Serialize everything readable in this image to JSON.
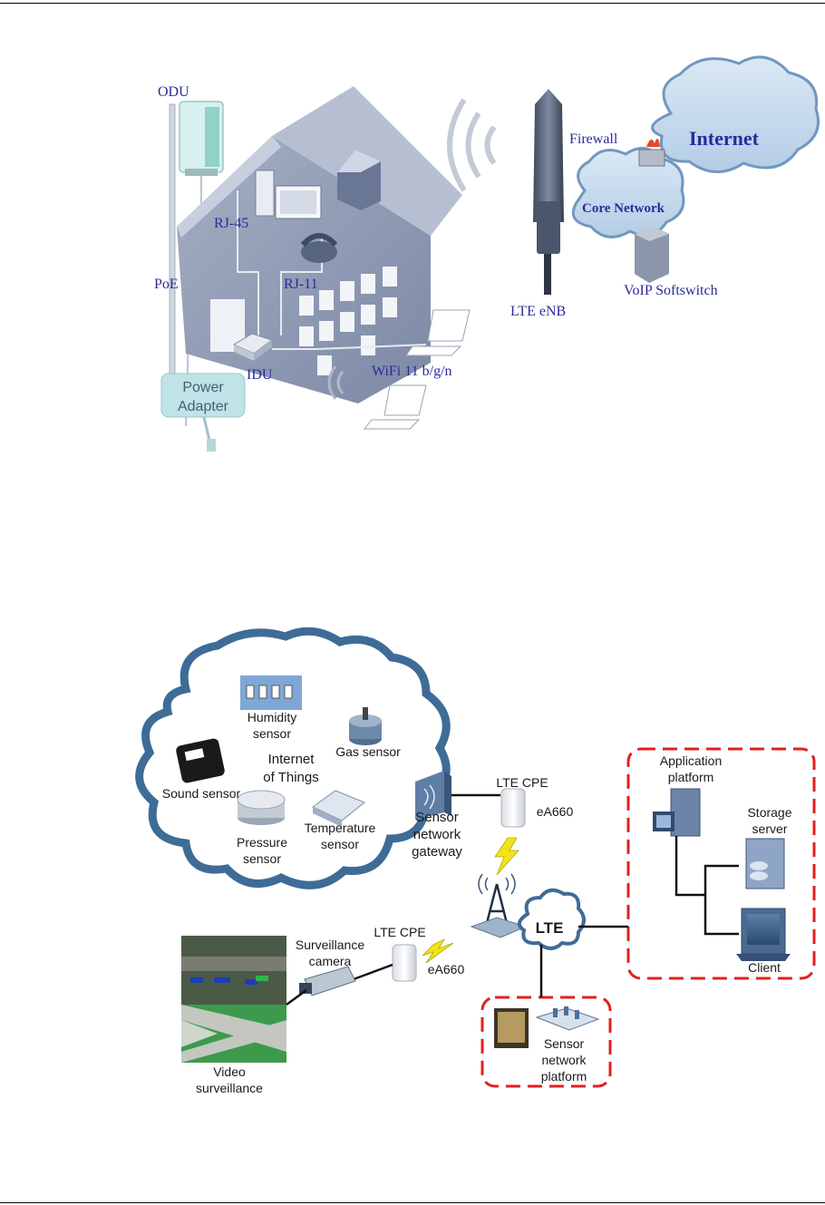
{
  "top_diagram": {
    "labels": {
      "odu": "ODU",
      "firewall": "Firewall",
      "internet": "Internet",
      "core_network": "Core Network",
      "rj45": "RJ-45",
      "rj11": "RJ-11",
      "poe": "PoE",
      "voip": "VoIP Softswitch",
      "lte_enb": "LTE eNB",
      "idu": "IDU",
      "wifi": "WiFi 11 b/g/n",
      "power_adapter_line1": "Power",
      "power_adapter_line2": "Adapter"
    },
    "colors": {
      "label_blue": "#2a2a9c",
      "cloud_fill": "#c9dcef",
      "cloud_stroke": "#6f95bd",
      "house_wall": "#8e9ab3",
      "house_roof": "#a7b2c8",
      "adapter_fill": "#bfe3e6"
    }
  },
  "bottom_diagram": {
    "labels": {
      "humidity_line1": "Humidity",
      "humidity_line2": "sensor",
      "gas_sensor": "Gas sensor",
      "iot_line1": "Internet",
      "iot_line2": "of Things",
      "sound_sensor": "Sound sensor",
      "pressure_line1": "Pressure",
      "pressure_line2": "sensor",
      "temperature_line1": "Temperature",
      "temperature_line2": "sensor",
      "gateway_line1": "Sensor",
      "gateway_line2": "network",
      "gateway_line3": "gateway",
      "lte_cpe_top": "LTE CPE",
      "ea660_top": "eA660",
      "app_platform_line1": "Application",
      "app_platform_line2": "platform",
      "storage_line1": "Storage",
      "storage_line2": "server",
      "client": "Client",
      "lte": "LTE",
      "surv_camera_line1": "Surveillance",
      "surv_camera_line2": "camera",
      "lte_cpe_bottom": "LTE CPE",
      "ea660_bottom": "eA660",
      "video_line1": "Video",
      "video_line2": "surveillance",
      "snp_line1": "Sensor",
      "snp_line2": "network",
      "snp_line3": "platform"
    },
    "colors": {
      "cloud_border": "#3e6c97",
      "dashed_red": "#e02020",
      "link_black": "#111111",
      "lightning": "#f2e21a"
    }
  }
}
